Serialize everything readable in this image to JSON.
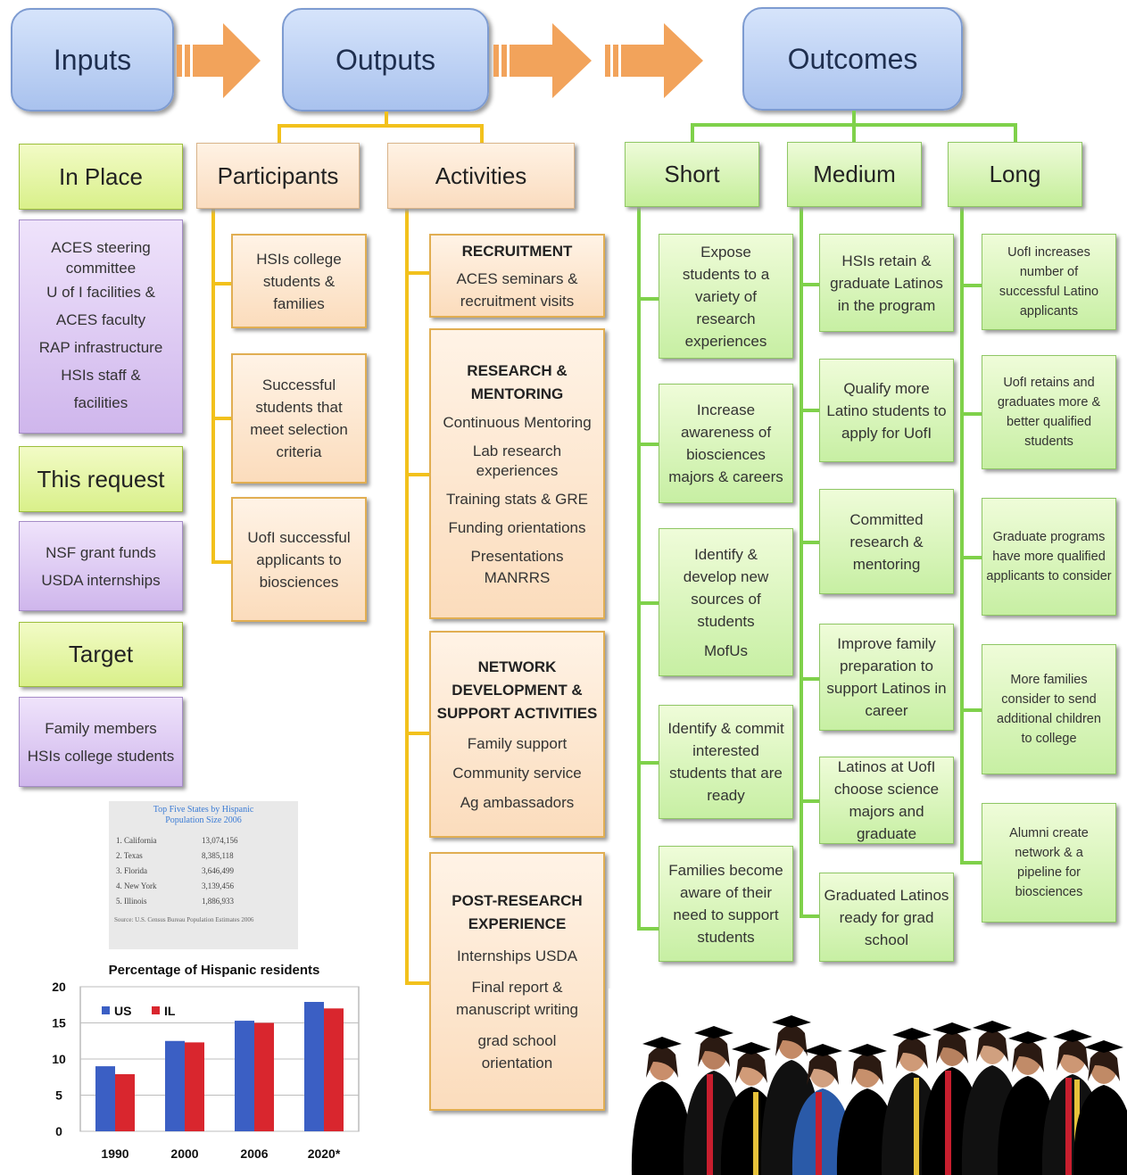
{
  "headers": {
    "inputs": "Inputs",
    "outputs": "Outputs",
    "outcomes": "Outcomes"
  },
  "inputs": {
    "in_place": {
      "title": "In Place",
      "items": [
        "ACES steering committee",
        "U of I facilities &",
        "ACES faculty",
        "RAP infrastructure",
        "HSIs staff &",
        "facilities"
      ]
    },
    "this_request": {
      "title": "This request",
      "items": [
        "NSF grant funds",
        "USDA internships"
      ]
    },
    "target": {
      "title": "Target",
      "items": [
        "Family members",
        "HSIs college students"
      ]
    }
  },
  "outputs": {
    "participants": {
      "title": "Participants",
      "boxes": [
        "HSIs college students & families",
        "Successful students that meet selection criteria",
        "UofI successful applicants to biosciences"
      ]
    },
    "activities": {
      "title": "Activities",
      "boxes": [
        {
          "heading": "RECRUITMENT",
          "items": [
            "ACES seminars & recruitment visits"
          ]
        },
        {
          "heading": "RESEARCH & MENTORING",
          "items": [
            "Continuous Mentoring",
            "Lab research experiences",
            "Training stats & GRE",
            "Funding orientations",
            "Presentations",
            "MANRRS"
          ]
        },
        {
          "heading": "NETWORK DEVELOPMENT & SUPPORT ACTIVITIES",
          "items": [
            "Family support",
            "Community service",
            "Ag ambassadors"
          ]
        },
        {
          "heading": "POST-RESEARCH EXPERIENCE",
          "items": [
            "Internships USDA",
            "Final report  & manuscript writing",
            "grad school orientation"
          ]
        }
      ]
    }
  },
  "outcomes": {
    "short": {
      "title": "Short",
      "boxes": [
        {
          "lines": [
            "Expose students to a variety of research experiences"
          ]
        },
        {
          "lines": [
            "Increase awareness of biosciences majors & careers"
          ]
        },
        {
          "lines": [
            "Identify & develop new sources of students",
            "MofUs"
          ]
        },
        {
          "lines": [
            "Identify & commit interested students that are ready"
          ]
        },
        {
          "lines": [
            "Families become aware of their need to support students"
          ]
        }
      ]
    },
    "medium": {
      "title": "Medium",
      "boxes": [
        "HSIs retain & graduate Latinos in the program",
        "Qualify more Latino students to apply for UofI",
        "Committed research & mentoring",
        "Improve family preparation to support Latinos in career",
        "Latinos at UofI choose science majors and graduate",
        "Graduated Latinos ready for grad school"
      ]
    },
    "long": {
      "title": "Long",
      "boxes": [
        "UofI increases number of successful Latino applicants",
        "UofI retains and graduates more & better qualified students",
        "Graduate programs have more qualified applicants to consider",
        "More families consider to send additional children to college",
        "Alumni create network & a pipeline for biosciences"
      ]
    }
  },
  "population_table": {
    "title": "Top Five States by Hispanic Population Size 2006",
    "rows": [
      {
        "rank": "1.",
        "state": "California",
        "value": "13,074,156"
      },
      {
        "rank": "2.",
        "state": "Texas",
        "value": "8,385,118"
      },
      {
        "rank": "3.",
        "state": "Florida",
        "value": "3,646,499"
      },
      {
        "rank": "4.",
        "state": "New York",
        "value": "3,139,456"
      },
      {
        "rank": "5.",
        "state": "Illinois",
        "value": "1,886,933"
      }
    ],
    "source": "Source: U.S. Census Bureau Population Estimates 2006"
  },
  "chart_data": {
    "type": "bar",
    "title": "Percentage of Hispanic residents",
    "categories": [
      "1990",
      "2000",
      "2006",
      "2020*"
    ],
    "series": [
      {
        "name": "US",
        "values": [
          9,
          12.5,
          15.3,
          17.9
        ],
        "color": "#3b5fc4"
      },
      {
        "name": "IL",
        "values": [
          7.9,
          12.3,
          15.0,
          17.0
        ],
        "color": "#d9262e"
      }
    ],
    "yticks": [
      "20",
      "15",
      "10",
      "5",
      "0"
    ],
    "ylim": [
      0,
      20
    ],
    "grid": true,
    "legend": "top-left"
  },
  "colors": {
    "header_blue": "#a9c2ee",
    "arrow_orange": "#f2a35b",
    "participant_yellow": "#f2c11c",
    "outcome_green": "#7fd14a",
    "input_green": "#d9f08a",
    "input_purple": "#cfb6ec",
    "output_peach": "#fadcbf"
  }
}
